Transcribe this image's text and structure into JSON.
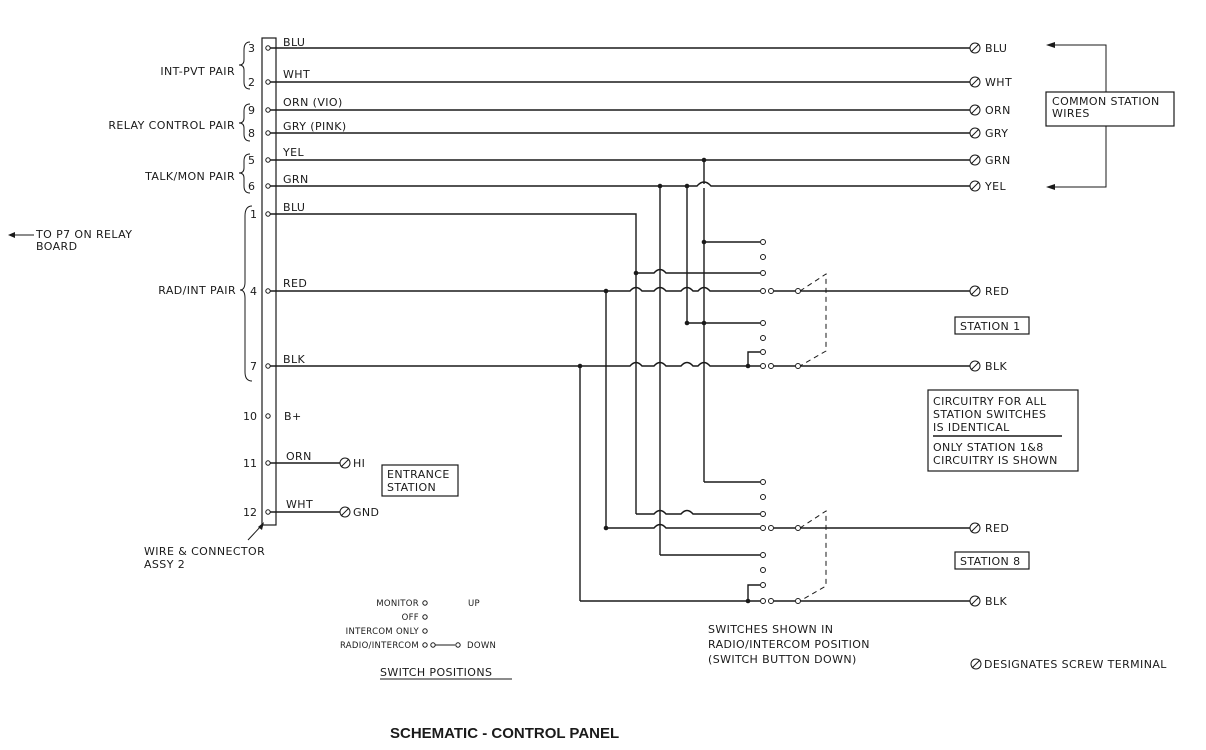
{
  "connector": {
    "pins": [
      "3",
      "2",
      "9",
      "8",
      "5",
      "6",
      "1",
      "4",
      "7",
      "10",
      "11",
      "12"
    ],
    "wires": {
      "pin3": "BLU",
      "pin2": "WHT",
      "pin9": "ORN (VIO)",
      "pin8": "GRY (PINK)",
      "pin5": "YEL",
      "pin6": "GRN",
      "pin1": "BLU",
      "pin4": "RED",
      "pin7": "BLK",
      "pin10": "B+",
      "pin11": "ORN",
      "pin12": "WHT"
    },
    "assembly_label": "WIRE & CONNECTOR",
    "assembly_label_2": "ASSY 2"
  },
  "pairs": {
    "int_pvt": "INT-PVT PAIR",
    "relay_control": "RELAY CONTROL PAIR",
    "talk_mon": "TALK/MON PAIR",
    "rad_int": "RAD/INT PAIR"
  },
  "to_relay": {
    "line1": "TO P7 ON RELAY",
    "line2": "BOARD"
  },
  "terminals": {
    "blu": "BLU",
    "wht": "WHT",
    "orn": "ORN",
    "gry": "GRY",
    "grn": "GRN",
    "yel": "YEL",
    "st1_red": "RED",
    "st1_blk": "BLK",
    "st8_red": "RED",
    "st8_blk": "BLK",
    "hi": "HI",
    "gnd": "GND"
  },
  "common_wires": {
    "line1": "COMMON STATION",
    "line2": "WIRES"
  },
  "station1": "STATION 1",
  "station8": "STATION 8",
  "entrance": {
    "line1": "ENTRANCE",
    "line2": "STATION"
  },
  "circuitry_note": {
    "line1": "CIRCUITRY FOR ALL",
    "line2": "STATION SWITCHES",
    "line3": "IS IDENTICAL",
    "line4": "ONLY STATION 1&8",
    "line5": "CIRCUITRY IS SHOWN"
  },
  "switch_positions": {
    "monitor": "MONITOR",
    "off": "OFF",
    "intercom_only": "INTERCOM ONLY",
    "radio_intercom": "RADIO/INTERCOM",
    "up": "UP",
    "down": "DOWN",
    "title": "SWITCH POSITIONS"
  },
  "switches_note": {
    "line1": "SWITCHES SHOWN IN",
    "line2": "RADIO/INTERCOM POSITION",
    "line3": "(SWITCH BUTTON DOWN)"
  },
  "screw_legend": "DESIGNATES SCREW TERMINAL",
  "title": "SCHEMATIC - CONTROL PANEL"
}
